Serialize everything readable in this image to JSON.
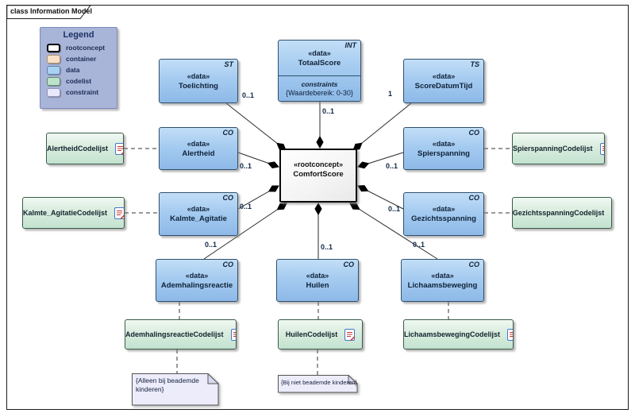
{
  "frame": {
    "tab_label": "class Information Model"
  },
  "legend": {
    "title": "Legend",
    "items": [
      {
        "label": "rootconcept",
        "color": "#ffffff"
      },
      {
        "label": "container",
        "color": "#f7e0c6"
      },
      {
        "label": "data",
        "color": "#a9d2f2"
      },
      {
        "label": "codelist",
        "color": "#bce2cb"
      },
      {
        "label": "constraint",
        "color": "#e9e9fb"
      }
    ]
  },
  "root_node": {
    "stereotype": "«rootconcept»",
    "name": "ComfortScore"
  },
  "nodes": {
    "toelichting": {
      "tag": "ST",
      "stereotype": "«data»",
      "name": "Toelichting"
    },
    "totaalscore": {
      "tag": "INT",
      "stereotype": "«data»",
      "name": "TotaalScore",
      "constraints_label": "constraints",
      "constraint": "{Waardebereik: 0-30}"
    },
    "scoredatumtijd": {
      "tag": "TS",
      "stereotype": "«data»",
      "name": "ScoreDatumTijd"
    },
    "alertheid": {
      "tag": "CO",
      "stereotype": "«data»",
      "name": "Alertheid"
    },
    "spierspanning": {
      "tag": "CO",
      "stereotype": "«data»",
      "name": "Spierspanning"
    },
    "kalmte_agitatie": {
      "tag": "CO",
      "stereotype": "«data»",
      "name": "Kalmte_Agitatie"
    },
    "gezichtsspanning": {
      "tag": "CO",
      "stereotype": "«data»",
      "name": "Gezichtsspanning"
    },
    "ademhalingsreactie": {
      "tag": "CO",
      "stereotype": "«data»",
      "name": "Ademhalingsreactie"
    },
    "huilen": {
      "tag": "CO",
      "stereotype": "«data»",
      "name": "Huilen"
    },
    "lichaamsbeweging": {
      "tag": "CO",
      "stereotype": "«data»",
      "name": "Lichaamsbeweging"
    }
  },
  "codelists": {
    "alertheid": "AlertheidCodelijst",
    "kalmte_agitatie": "Kalmte_AgitatieCodelijst",
    "spierspanning": "SpierspanningCodelijst",
    "gezichtsspanning": "GezichtsspanningCodelijst",
    "ademhalingsreactie": "AdemhalingsreactieCodelijst",
    "huilen": "HuilenCodelijst",
    "lichaamsbeweging": "LichaamsbewegingCodelijst"
  },
  "notes": {
    "beademd": "{Alleen bij beademde kinderen}",
    "niet_beademd": "{Bij niet beademde kinderen}"
  },
  "multiplicities": {
    "toelichting": "0..1",
    "totaalscore": "0..1",
    "scoredatumtijd": "1",
    "alertheid": "0..1",
    "spierspanning": "0..1",
    "kalmte_agitatie": "0..1",
    "gezichtsspanning": "0..1",
    "ademhalingsreactie": "0..1",
    "huilen": "0..1",
    "lichaamsbeweging": "0..1"
  },
  "colors": {
    "data_fill": "#a9d2f2",
    "data_border": "#30506e",
    "codelist_fill": "#d9edde",
    "codelist_border": "#3a5c49",
    "constraint_fill": "#ececfb",
    "rootconcept_fill": "#ffffff",
    "legend_bg": "#a9b4d9",
    "line": "#2a2a2a"
  }
}
